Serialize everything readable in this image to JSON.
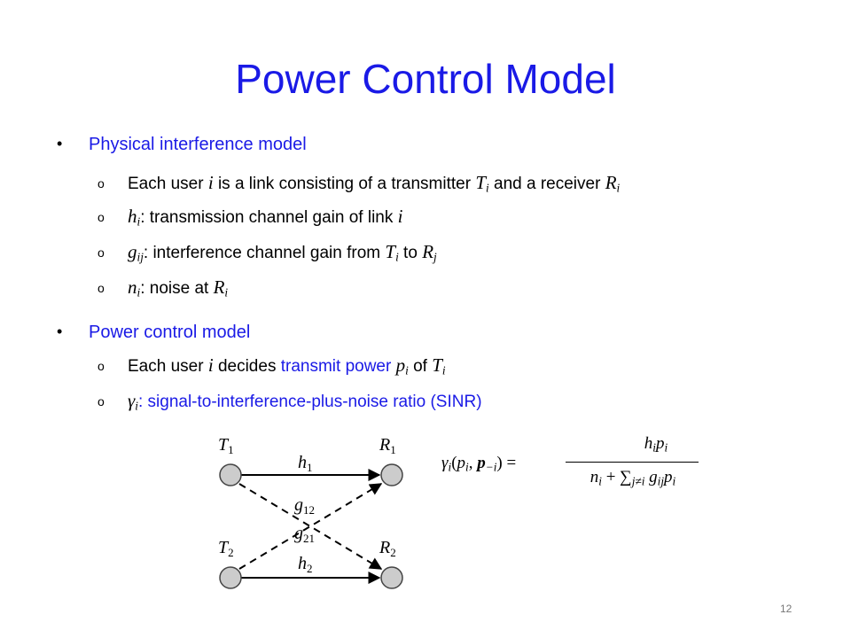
{
  "slide": {
    "title": "Power Control Model",
    "page_number": "12"
  },
  "bullets": {
    "b1": {
      "heading": "Physical interference model",
      "items": {
        "i1": {
          "a": "Each user ",
          "v1": "i",
          "b": " is a link consisting of a transmitter ",
          "v2": "T",
          "s2": "i",
          "c": " and a receiver ",
          "v3": "R",
          "s3": "i"
        },
        "i2": {
          "v1": "h",
          "s1": "i",
          "a": ": transmission channel gain of link ",
          "v2": "i"
        },
        "i3": {
          "v1": "g",
          "s1": "ij",
          "a": ": interference channel gain from ",
          "v2": "T",
          "s2": "i",
          "b": " to ",
          "v3": "R",
          "s3": "j"
        },
        "i4": {
          "v1": "n",
          "s1": "i",
          "a": ": noise at ",
          "v2": "R",
          "s2": "i"
        }
      }
    },
    "b2": {
      "heading": "Power control model",
      "items": {
        "i1": {
          "a": "Each user ",
          "v1": "i",
          "b": " decides ",
          "hl": "transmit power",
          "c": " ",
          "v2": "p",
          "s2": "i",
          "d": " of ",
          "v3": "T",
          "s3": "i"
        },
        "i2": {
          "v1": "γ",
          "s1": "i",
          "hl": ": signal-to-interference-plus-noise ratio (SINR)"
        }
      }
    }
  },
  "diagram": {
    "T1": "T",
    "T1s": "1",
    "R1": "R",
    "R1s": "1",
    "T2": "T",
    "T2s": "2",
    "R2": "R",
    "R2s": "2",
    "h1": "h",
    "h1s": "1",
    "h2": "h",
    "h2s": "2",
    "g12": "g",
    "g12s": "12",
    "g21": "g",
    "g21s": "21"
  },
  "formula": {
    "lhs": {
      "gamma": "γ",
      "i": "i",
      "open": "(",
      "p": "p",
      "pi": "i",
      "comma": ", ",
      "pvec": "p",
      "neg": "−i",
      "close": ")",
      "eq": " ="
    },
    "num": {
      "h": "h",
      "hi": "i",
      "p": "p",
      "pi": "i"
    },
    "den": {
      "n": "n",
      "ni": "i",
      "plus": " + ",
      "sum": "∑",
      "sumsub": "j≠i",
      "g": "g",
      "gij": "ij",
      "p": "p",
      "pi": "i"
    }
  }
}
